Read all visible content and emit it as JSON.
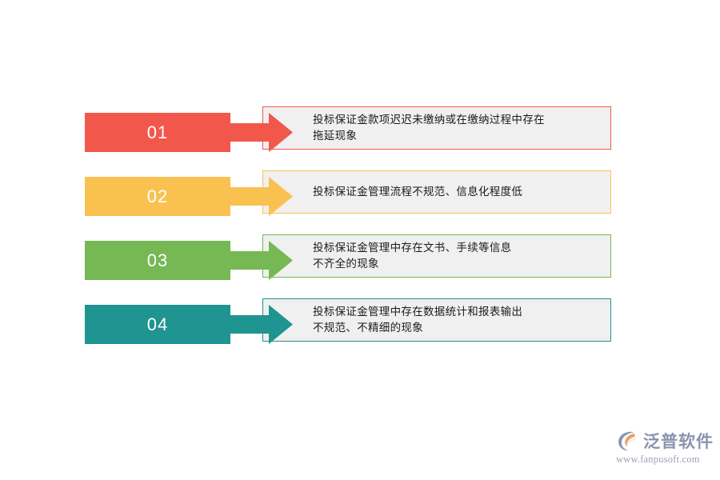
{
  "diagram": {
    "type": "numbered-arrow-list",
    "background_color": "#ffffff",
    "panel_background": "#f0f0f0",
    "text_color": "#1a1a1a",
    "rows": [
      {
        "number": "01",
        "color": "#f2574c",
        "text": "投标保证金款项迟迟未缴纳或在缴纳过程中存在\n拖延现象"
      },
      {
        "number": "02",
        "color": "#f9c250",
        "text": "投标保证金管理流程不规范、信息化程度低"
      },
      {
        "number": "03",
        "color": "#76b854",
        "text": "投标保证金管理中存在文书、手续等信息\n不齐全的现象"
      },
      {
        "number": "04",
        "color": "#1f9491",
        "text": "投标保证金管理中存在数据统计和报表输出\n不规范、不精细的现象"
      }
    ]
  },
  "brand": {
    "name": "泛普软件",
    "url": "www.fanpusoft.com",
    "mark_color": "#8b93ae",
    "mark_accent_color": "#e8a05c",
    "text_color": "#8b93ae"
  }
}
